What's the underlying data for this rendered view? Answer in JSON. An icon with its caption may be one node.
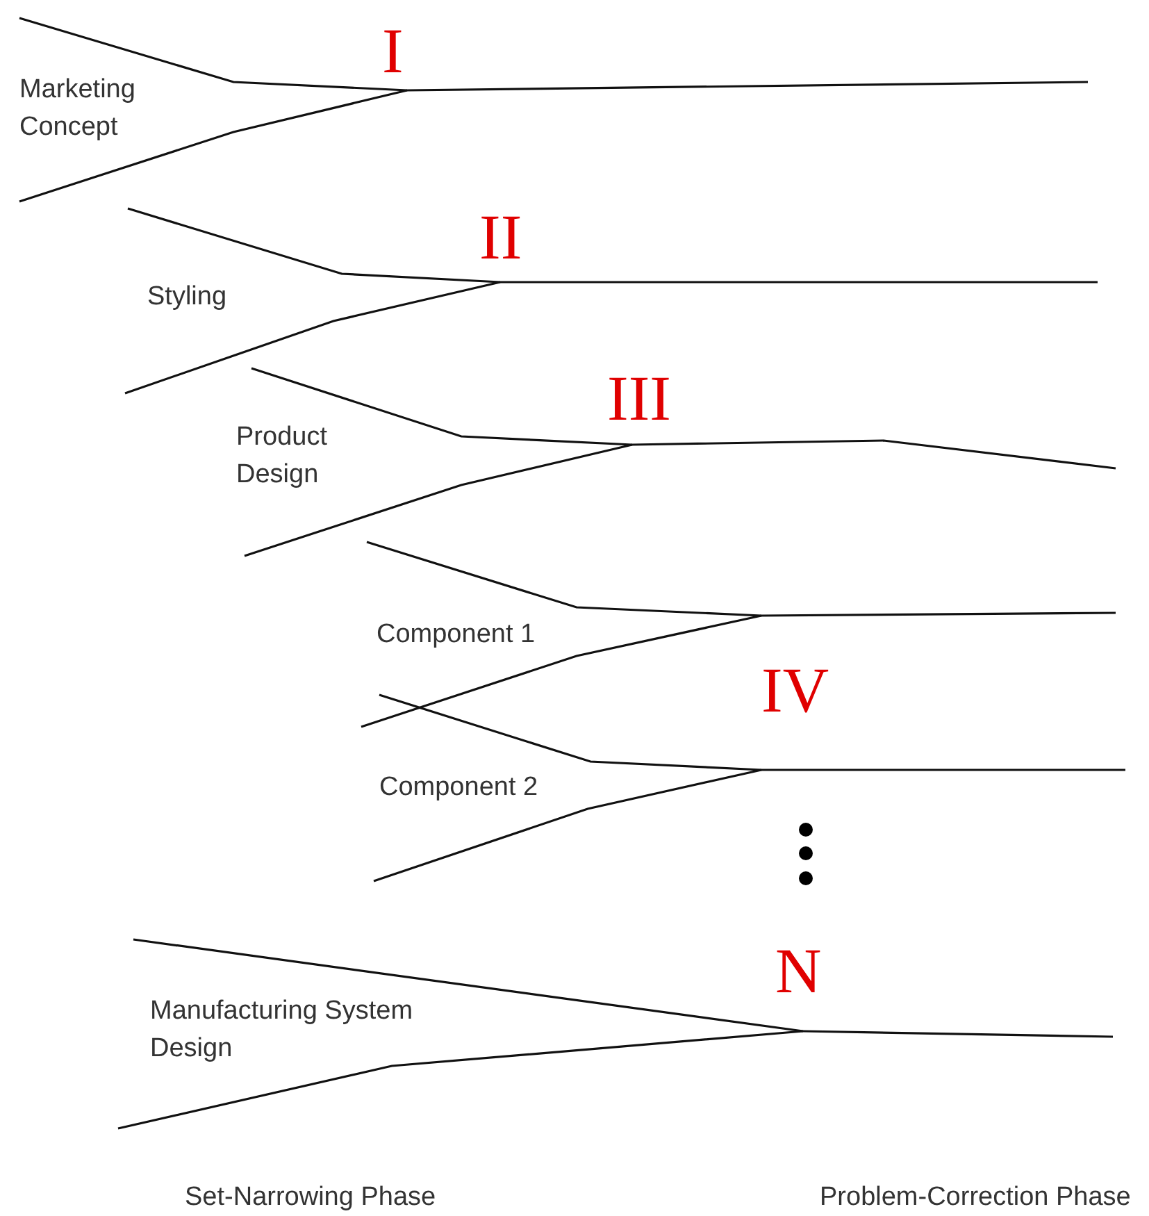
{
  "diagram": {
    "labels": [
      "I",
      "Marketing Concept",
      "II",
      "Styling",
      "III",
      "Product Design",
      "Component 1",
      "IV",
      "Component 2",
      "N",
      "Manufacturing System Design",
      "Set-Narrowing Phase",
      "Problem-Correction Phase"
    ]
  }
}
